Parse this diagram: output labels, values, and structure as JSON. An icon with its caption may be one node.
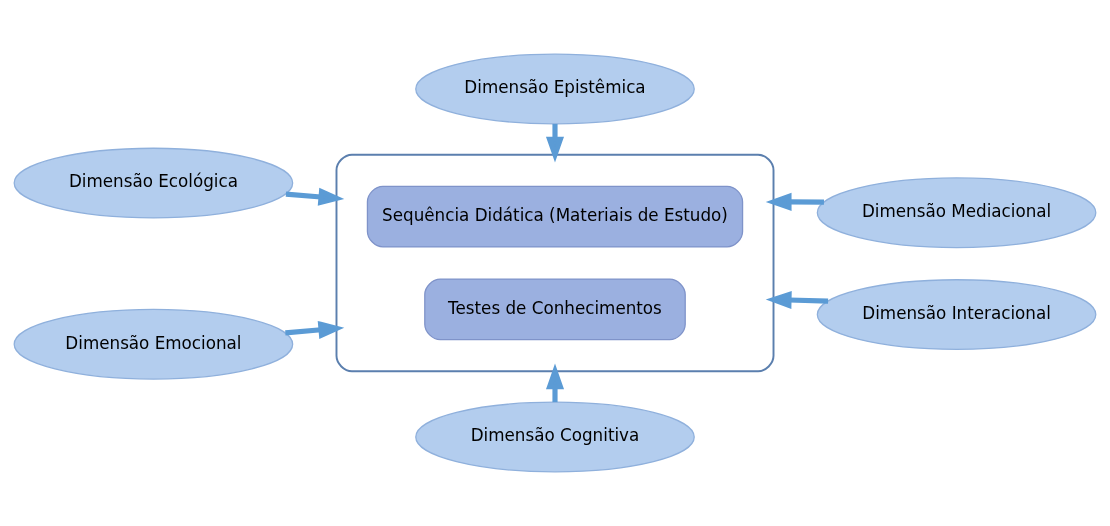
{
  "diagram": {
    "nodes": [
      {
        "text": [
          "Dimensão Epistêmica"
        ]
      },
      {
        "text": [
          "Dimensão Ecológica"
        ]
      },
      {
        "text": [
          "Dimensão Mediacional"
        ]
      },
      {
        "text": [],
        "shape": "box"
      },
      {
        "text": [
          "Sequência Didática (Materiais de Estudo)"
        ],
        "in": 3
      },
      {
        "text": [
          "Testes de Conhecimentos"
        ],
        "in": 3
      },
      {
        "text": [
          "Dimensão Emocional"
        ]
      },
      {
        "text": [
          "Dimensão Interacional"
        ]
      },
      {
        "text": [
          "Dimensão Cognitiva"
        ]
      }
    ],
    "edges": [
      {
        "from": 0,
        "to": 3,
        "arrow": "to"
      },
      {
        "from": 1,
        "to": 3,
        "arrow": "to"
      },
      {
        "from": 2,
        "to": 3,
        "arrow": "to"
      },
      {
        "from": 6,
        "to": 3,
        "arrow": "to"
      },
      {
        "from": 7,
        "to": 3,
        "arrow": "to"
      },
      {
        "from": 8,
        "to": 3,
        "arrow": "to"
      }
    ]
  }
}
